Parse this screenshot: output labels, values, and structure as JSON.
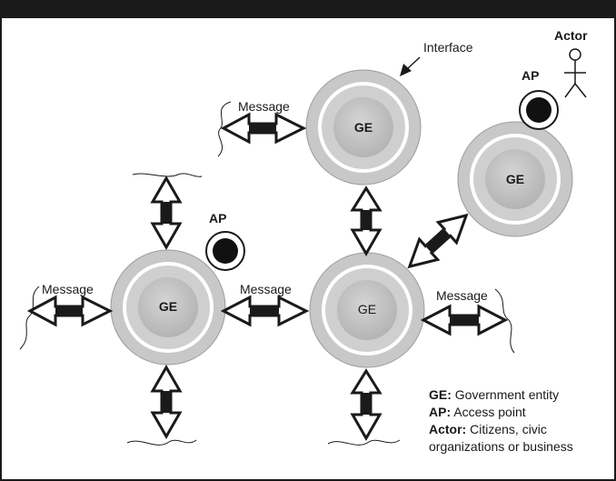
{
  "labels": {
    "interface": "Interface",
    "actor": "Actor",
    "ap": "AP",
    "message": "Message"
  },
  "entities": {
    "ge_top": "GE",
    "ge_right": "GE",
    "ge_left": "GE",
    "ge_center": "GE"
  },
  "legend": {
    "ge_key": "GE:",
    "ge_text": "Government entity",
    "ap_key": "AP:",
    "ap_text": "Access point",
    "actor_key": "Actor:",
    "actor_text_1": "Citizens, civic",
    "actor_text_2": "organizations or business"
  },
  "colors": {
    "ring": "#c8c8c8",
    "ring_edge": "#9a9a9a",
    "core": "#bdbdbd",
    "ink": "#1a1a1a"
  }
}
